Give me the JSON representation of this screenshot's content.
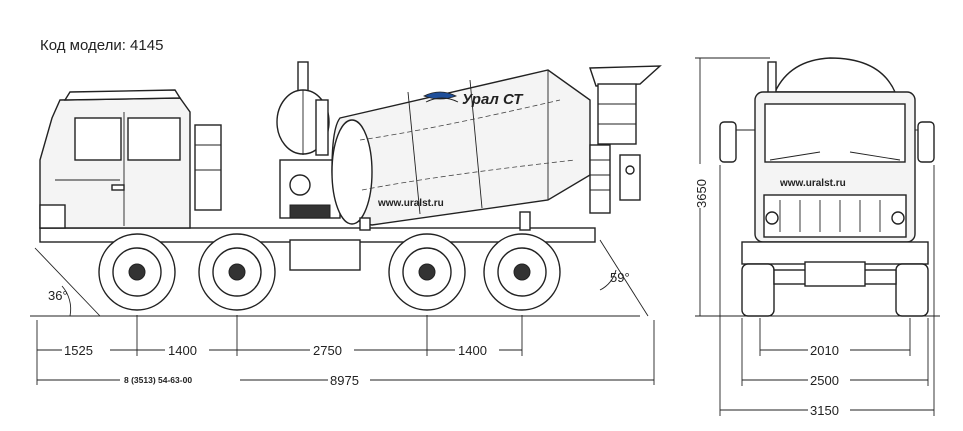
{
  "header": {
    "model_code": "Код модели: 4145"
  },
  "drum": {
    "brand": "Урал СТ",
    "website": "www.uralst.ru"
  },
  "front_view": {
    "website": "www.uralst.ru"
  },
  "angles": {
    "front_approach": "36°",
    "rear_departure": "59°"
  },
  "dimensions": {
    "overhang_front": "1525",
    "wheelbase_1": "1400",
    "wheelbase_2": "2750",
    "wheelbase_3": "1400",
    "total_length": "8975",
    "phone": "8 (3513) 54-63-00",
    "height": "3650",
    "track": "2010",
    "width": "2500",
    "mirror_width": "3150"
  },
  "colors": {
    "line": "#222222",
    "logo_accent": "#1f4f9a"
  }
}
